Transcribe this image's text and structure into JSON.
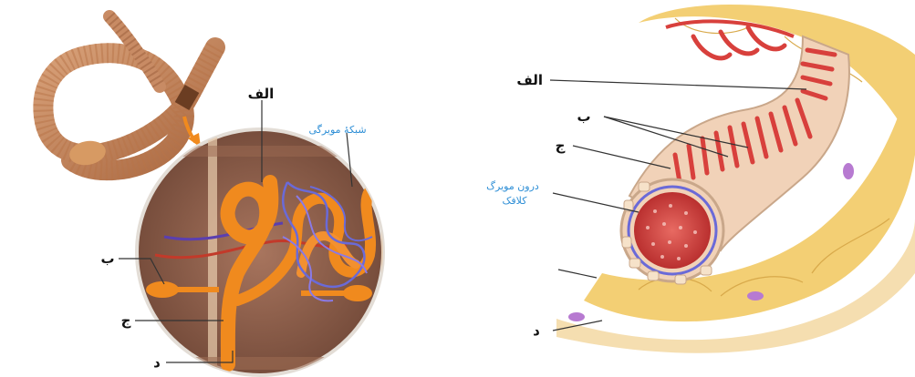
{
  "left_figure": {
    "labels": {
      "alef": "الف",
      "be": "ب",
      "jim": "ج",
      "dal": "د",
      "capillary_network": "شبکهٔ مویرگی"
    }
  },
  "right_figure": {
    "labels": {
      "alef": "الف",
      "be": "ب",
      "jim": "ج",
      "dal": "د",
      "glomerular_capillary_line1": "درون مویرگ",
      "glomerular_capillary_line2": "کلافک"
    }
  },
  "colors": {
    "worm": "#c98a5c",
    "tubule": "#f08a1e",
    "capillary_blue": "#6a6ad8",
    "capillary_red": "#c23a2a",
    "tubule_wall": "#f1d2b8",
    "inner_red": "#d8403c",
    "fat_yellow": "#f3cf74",
    "label_blue": "#2f8fd6"
  }
}
